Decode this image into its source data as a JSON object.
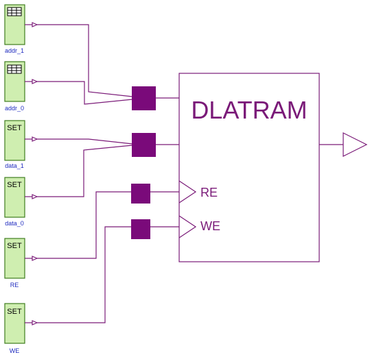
{
  "block": {
    "title": "DLATRAM",
    "ports": {
      "re": "RE",
      "we": "WE"
    }
  },
  "sources": [
    {
      "id": "addr_1",
      "kind": "table-icon",
      "label": "addr_1"
    },
    {
      "id": "addr_0",
      "kind": "table-icon",
      "label": "addr_0"
    },
    {
      "id": "data_1",
      "kind": "set",
      "text": "SET",
      "label": "data_1"
    },
    {
      "id": "data_0",
      "kind": "set",
      "text": "SET",
      "label": "data_0"
    },
    {
      "id": "re",
      "kind": "set",
      "text": "SET",
      "label": "RE"
    },
    {
      "id": "we",
      "kind": "set",
      "text": "SET",
      "label": "WE"
    }
  ],
  "colors": {
    "wire": "#7a1a78",
    "node": "#7a0a7a",
    "source_fill": "#cfeeb0",
    "source_stroke": "#3f7d1f",
    "label": "#1f2bbf"
  }
}
